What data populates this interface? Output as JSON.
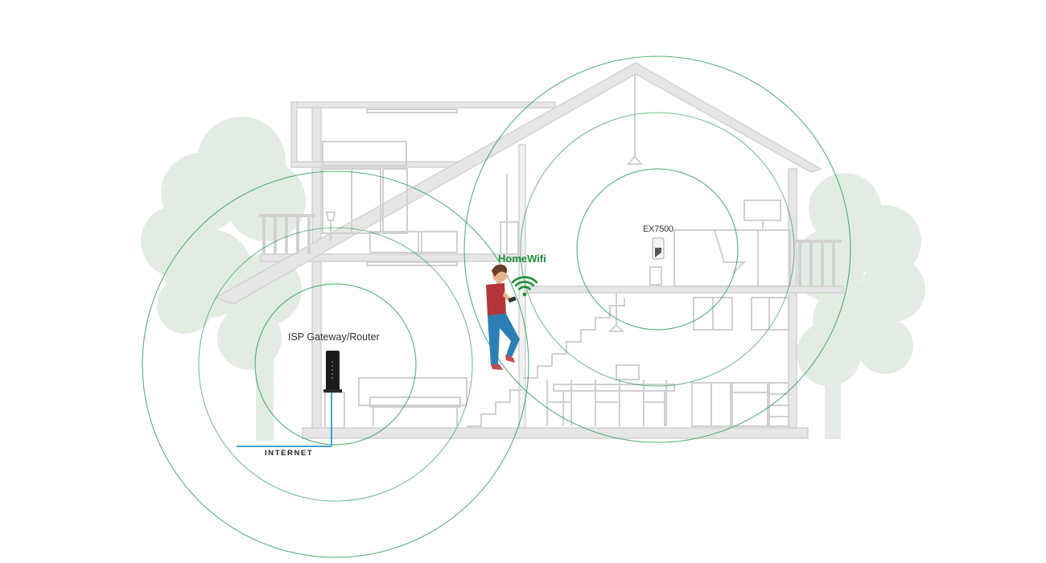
{
  "labels": {
    "gateway": "ISP Gateway/Router",
    "extender": "EX7500",
    "wifi": "HomeWifi",
    "internet": "INTERNET"
  },
  "colors": {
    "signal_ring": "#2e9d5a",
    "wifi_label": "#1f8f3a",
    "house_wall": "#d2d2d2",
    "tree": "#e3ece3",
    "internet_cable": "#3ea3d8",
    "shirt": "#b3353a",
    "jeans": "#2c7fb5"
  },
  "icons": [
    "gateway-router-icon",
    "extender-icon",
    "wifi-icon",
    "person-icon",
    "tree-icon"
  ]
}
